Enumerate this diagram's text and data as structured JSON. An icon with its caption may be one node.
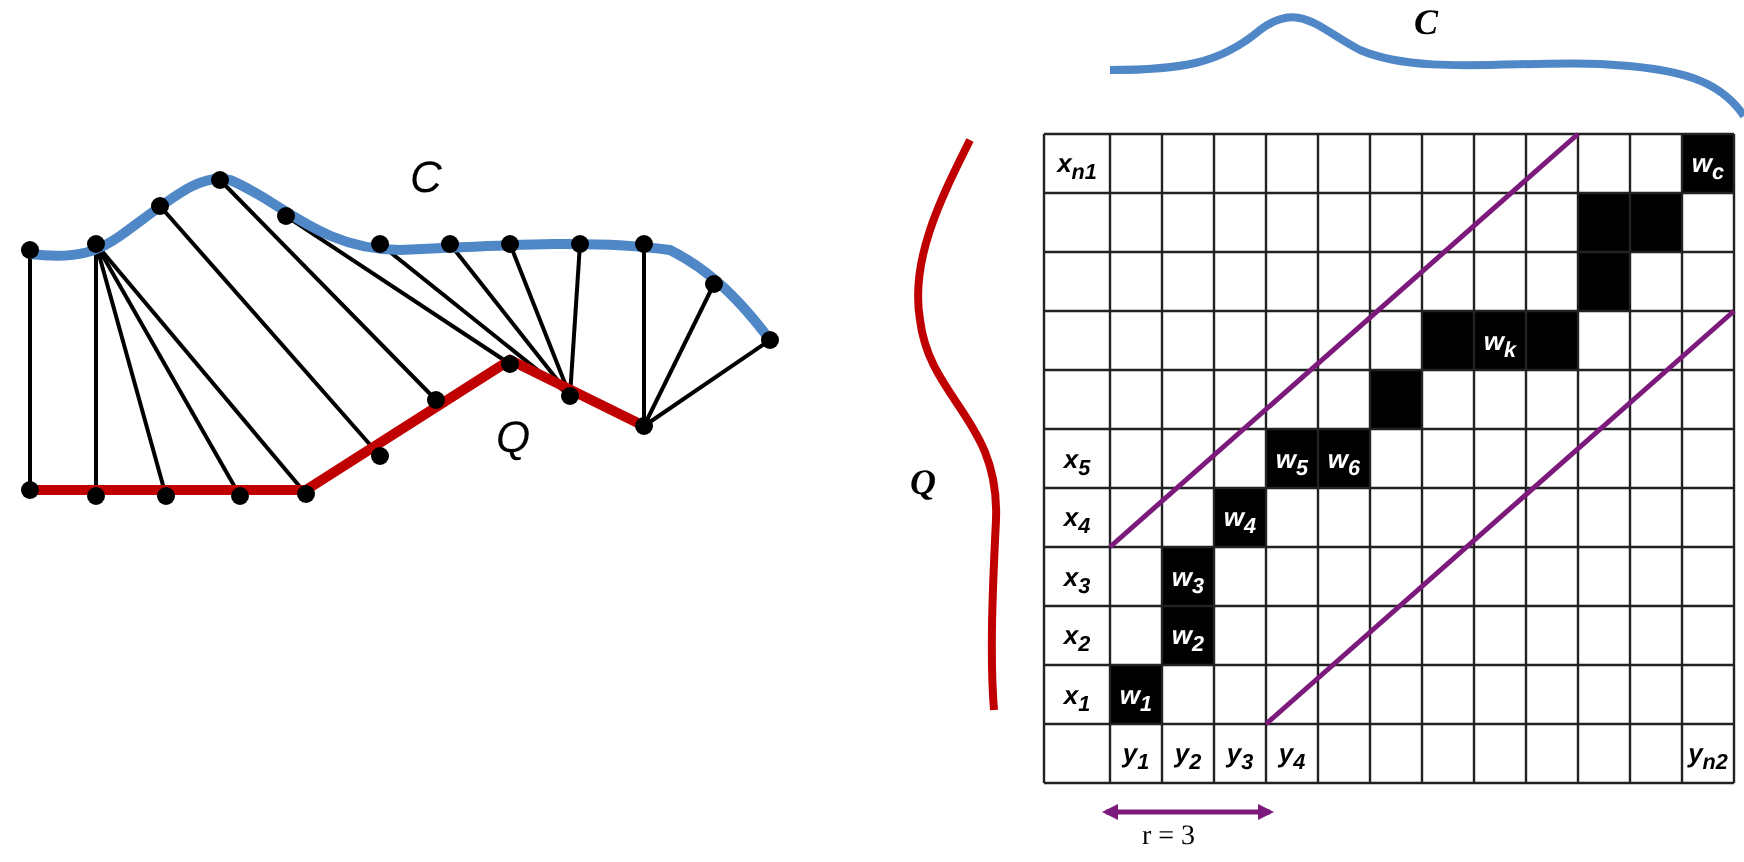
{
  "diagram": {
    "labels": [
      "C",
      "C",
      "Q",
      "Q",
      "x$_{n1}$",
      "w$_{c}$",
      "w$_{k}$",
      "x$_{5}$",
      "w$_{5}$",
      "w$_{6}$",
      "x$_{4}$",
      "w$_{4}$",
      "x$_{3}$",
      "w$_{3}$",
      "x$_{2}$",
      "w$_{2}$",
      "x$_{1}$",
      "w$_{1}$",
      "y$_{1}$",
      "y$_{2}$",
      "y$_{3}$",
      "y$_{4}$",
      "y$_{n2}$",
      "r = 3"
    ]
  }
}
